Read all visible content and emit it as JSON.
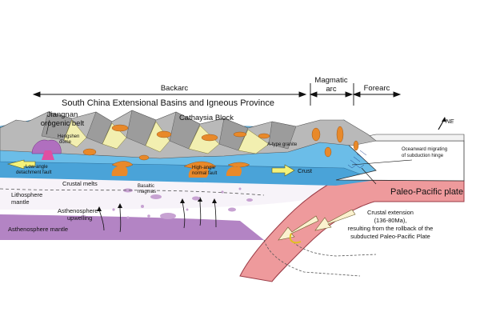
{
  "zones": {
    "backarc": "Backarc",
    "magmatic_arc_line1": "Magmatic",
    "magmatic_arc_line2": "arc",
    "forearc": "Forearc"
  },
  "title": "South China Extensional Basins and Igneous Province",
  "labels": {
    "jiangnan_line1": "Jiangnan",
    "jiangnan_line2": "orogenic belt",
    "cathaysia": "Cathaysia Block",
    "hengshan_line1": "Hengshen",
    "hengshan_line2": "dome",
    "low_angle_line1": "Low-angle",
    "low_angle_line2": "detachment fault",
    "high_angle_line1": "High-angle",
    "high_angle_line2": "normal fault",
    "a_type": "A-type granite",
    "crust": "Crust",
    "crustal_melts": "Crustal melts",
    "basaltic_line1": "Basaltic",
    "basaltic_line2": "magmas",
    "lithosphere_line1": "Lithosphere",
    "lithosphere_line2": "mantle",
    "astheno_up_line1": "Asthenosphere",
    "astheno_up_line2": "upwelling",
    "astheno_mantle": "Asthenosphere mantle",
    "paleo_pacific": "Paleo-Pacific plate",
    "oceanward_line1": "Oceanward migrating",
    "oceanward_line2": "of subduction hinge",
    "ne": "NE",
    "extension_line1": "Crustal extension",
    "extension_line2": "(136-80Ma),",
    "extension_line3": "resulting from the rollback of the",
    "extension_line4": "subducted  Paleo-Pacific Plate"
  },
  "colors": {
    "crust_blue": "#6bbde8",
    "mountain_gray": "#b9b9b9",
    "granite_orange": "#e8892a",
    "basin_yellow": "#f2efb0",
    "plate_pink": "#ee9a9c",
    "astheno_purple": "#b384c4",
    "magma_purple": "#c7a2d2",
    "arrow_yellow": "#f4f27a",
    "arrow_cream": "#fbf1cf"
  }
}
